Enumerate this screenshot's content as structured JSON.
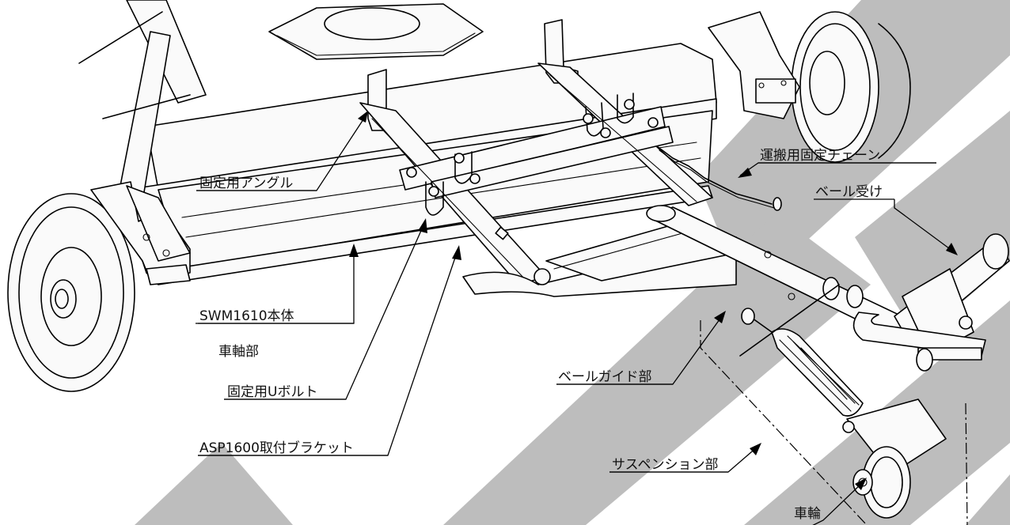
{
  "labels": {
    "fixing_angle": "固定用アングル",
    "transport_chain": "運搬用固定チェーン",
    "bale_receiver": "ベール受け",
    "swm_body": "SWM1610本体",
    "axle": "車軸部",
    "u_bolt": "固定用Uボルト",
    "bale_guide": "ベールガイド部",
    "bracket": "ASP1600取付ブラケット",
    "suspension": "サスペンション部",
    "wheel": "車輪"
  },
  "colors": {
    "line": "#000000",
    "watermark": "#bdbdbd",
    "background": "#ffffff"
  }
}
